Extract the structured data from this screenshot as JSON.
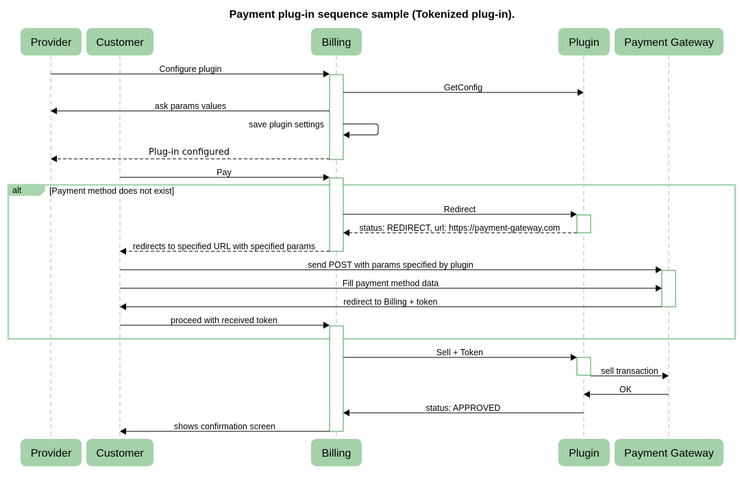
{
  "title": "Payment plug-in sequence sample (Tokenized plug-in).",
  "participants": [
    {
      "id": "provider",
      "label": "Provider"
    },
    {
      "id": "customer",
      "label": "Customer"
    },
    {
      "id": "billing",
      "label": "Billing"
    },
    {
      "id": "plugin",
      "label": "Plugin"
    },
    {
      "id": "gateway",
      "label": "Payment Gateway"
    }
  ],
  "fragment": {
    "operator": "alt",
    "guard": "[Payment method does not exist]"
  },
  "messages": [
    {
      "id": "m1",
      "from": "provider",
      "to": "billing",
      "label": "Configure plugin",
      "style": "solid"
    },
    {
      "id": "m2",
      "from": "billing",
      "to": "plugin",
      "label": "GetConfig",
      "style": "solid"
    },
    {
      "id": "m3",
      "from": "billing",
      "to": "provider",
      "label": "ask params values",
      "style": "solid"
    },
    {
      "id": "m4",
      "from": "billing",
      "to": "billing",
      "label": "save plugin settings",
      "style": "self"
    },
    {
      "id": "m5",
      "from": "billing",
      "to": "provider",
      "label": "Plug-in configured",
      "style": "dashed"
    },
    {
      "id": "m6",
      "from": "customer",
      "to": "billing",
      "label": "Pay",
      "style": "solid"
    },
    {
      "id": "m7",
      "from": "billing",
      "to": "plugin",
      "label": "Redirect",
      "style": "solid"
    },
    {
      "id": "m8",
      "from": "plugin",
      "to": "billing",
      "label": "status: REDIRECT, url: https://payment-gateway.com",
      "style": "dashed"
    },
    {
      "id": "m9",
      "from": "billing",
      "to": "customer",
      "label": "redirects to specified URL with specified params",
      "style": "dashed"
    },
    {
      "id": "m10",
      "from": "customer",
      "to": "gateway",
      "label": "send POST with params specified by plugin",
      "style": "solid"
    },
    {
      "id": "m11",
      "from": "customer",
      "to": "gateway",
      "label": "Fill payment method data",
      "style": "solid"
    },
    {
      "id": "m12",
      "from": "gateway",
      "to": "customer",
      "label": "redirect to Billing + token",
      "style": "solid"
    },
    {
      "id": "m13",
      "from": "customer",
      "to": "billing",
      "label": "proceed with received token",
      "style": "solid"
    },
    {
      "id": "m14",
      "from": "billing",
      "to": "plugin",
      "label": "Sell + Token",
      "style": "solid"
    },
    {
      "id": "m15",
      "from": "plugin",
      "to": "gateway",
      "label": "sell transaction",
      "style": "solid"
    },
    {
      "id": "m16",
      "from": "gateway",
      "to": "plugin",
      "label": "OK",
      "style": "solid"
    },
    {
      "id": "m17",
      "from": "plugin",
      "to": "billing",
      "label": "status: APPROVED",
      "style": "solid"
    },
    {
      "id": "m18",
      "from": "billing",
      "to": "customer",
      "label": "shows confirmation screen",
      "style": "solid"
    }
  ]
}
